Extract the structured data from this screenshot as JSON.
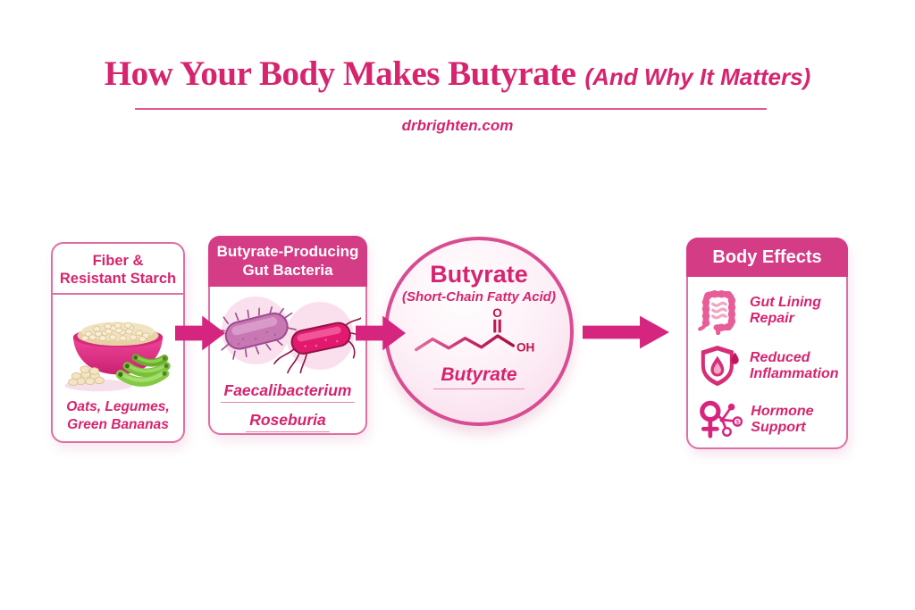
{
  "colors": {
    "accent": "#D6257E",
    "header_bg": "#D43C85",
    "box_border": "#DE6FA5",
    "text_pink": "#D6246E",
    "circle_border": "#D84C92",
    "light_pink": "#FBE3F0"
  },
  "header": {
    "title_main": "How Your Body Makes Butyrate",
    "title_sub": "(And Why It Matters)",
    "website": "drbrighten.com"
  },
  "flow": {
    "step1": {
      "title_lines": [
        "Fiber &",
        "Resistant Starch"
      ],
      "illustration": "bowl-of-oats-with-green-bananas",
      "caption_lines": [
        "Oats, Legumes,",
        "Green Bananas"
      ]
    },
    "step2": {
      "title_lines": [
        "Butyrate-Producing",
        "Gut Bacteria"
      ],
      "illustration": "two-gut-bacteria",
      "species": [
        "Faecalibacterium",
        "Roseburia"
      ]
    },
    "step3": {
      "title": "Butyrate",
      "subtitle": "(Short-Chain Fatty Acid)",
      "molecule": {
        "name": "butyrate-skeletal-structure",
        "oxygen_label": "O",
        "hydroxyl_label": "OH"
      },
      "caption": "Butyrate"
    },
    "step4": {
      "title": "Body Effects",
      "effects": [
        {
          "icon": "intestine-icon",
          "label": "Gut Lining Repair"
        },
        {
          "icon": "shield-droplet-icon",
          "label": "Reduced Inflammation"
        },
        {
          "icon": "female-symbol-molecule-icon",
          "label": "Hormone Support",
          "molecule_symbol": "$"
        }
      ]
    }
  }
}
